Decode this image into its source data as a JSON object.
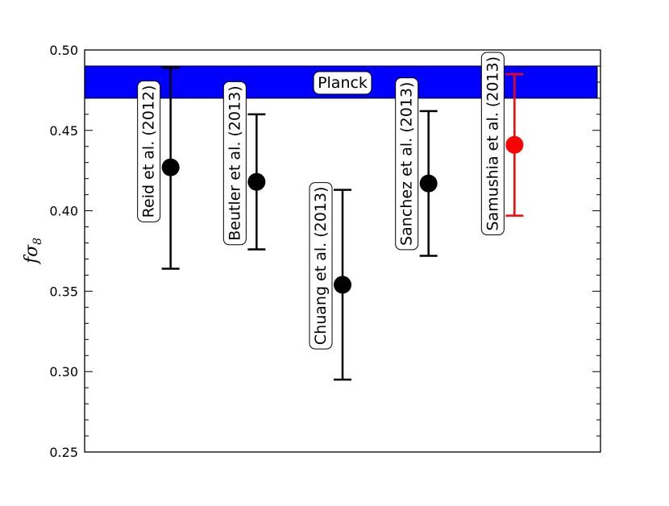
{
  "chart_data": {
    "type": "scatter",
    "title": "",
    "xlabel": "",
    "ylabel": "fσ",
    "ylabel_subscript": "8",
    "ylim": [
      0.25,
      0.5
    ],
    "yticks": [
      "0.25",
      "0.30",
      "0.35",
      "0.40",
      "0.45",
      "0.50"
    ],
    "grid": false,
    "band": {
      "label": "Planck",
      "ymin": 0.47,
      "ymax": 0.49,
      "color": "#0000ff"
    },
    "points": [
      {
        "label": "Reid et al. (2012)",
        "x": 1,
        "y": 0.427,
        "ylow": 0.364,
        "yhigh": 0.489,
        "color": "#000000"
      },
      {
        "label": "Beutler et al. (2013)",
        "x": 2,
        "y": 0.418,
        "ylow": 0.376,
        "yhigh": 0.46,
        "color": "#000000"
      },
      {
        "label": "Chuang et al. (2013)",
        "x": 3,
        "y": 0.354,
        "ylow": 0.295,
        "yhigh": 0.413,
        "color": "#000000"
      },
      {
        "label": "Sanchez et al. (2013)",
        "x": 4,
        "y": 0.417,
        "ylow": 0.372,
        "yhigh": 0.462,
        "color": "#000000"
      },
      {
        "label": "Samushia et al. (2013)",
        "x": 5,
        "y": 0.441,
        "ylow": 0.397,
        "yhigh": 0.485,
        "color": "#ff0000"
      }
    ]
  }
}
